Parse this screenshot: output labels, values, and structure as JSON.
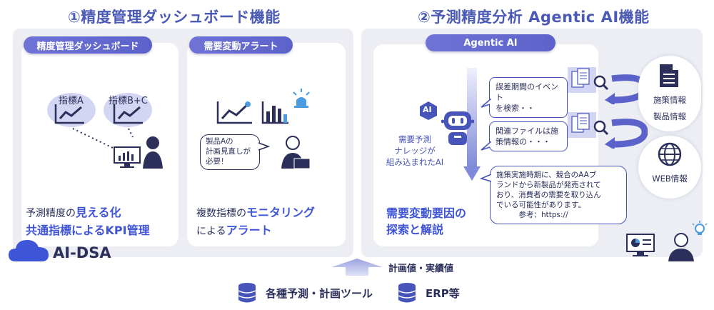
{
  "titles": {
    "left": "①精度管理ダッシュボード機能",
    "right": "②予測精度分析 Agentic AI機能"
  },
  "left_panel": {
    "dashboard_card": {
      "pill": "精度管理ダッシュボード",
      "indicator_a": "指標A",
      "indicator_bc": "指標B+C",
      "desc_line1_prefix": "予測精度の",
      "desc_line1_highlight": "見える化",
      "desc_line2": "共通指標によるKPI管理"
    },
    "alert_card": {
      "pill": "需要変動アラート",
      "speech_bubble": "製品Aの\n計画見直しが\n必要！",
      "desc_line1_prefix": "複数指標の",
      "desc_line1_highlight": "モニタリング",
      "desc_line2_prefix": "による",
      "desc_line2_highlight": "アラート"
    },
    "brand": "AI-DSA"
  },
  "right_panel": {
    "pill": "Agentic AI",
    "ai_badge": "AI",
    "robot_caption": "需要予測\nナレッジが\n組み込まれたAI",
    "bubble1": "誤差期間のイベント\nを検索・・",
    "bubble2": "関連ファイルは施\n策情報の・・・",
    "bubble3": "施策実施時期に、競合のAAブ\nランドから新製品が発売されて\nおり、消費者の需要を取り込ん\nでいる可能性があります。\n　　　参考：https://",
    "main_text_line1": "需要変動要因の",
    "main_text_line2": "探索と解説",
    "doc_label_line1": "施策情報",
    "doc_label_line2": "製品情報",
    "web_label": "WEB情報"
  },
  "bottom": {
    "arrow_label": "計画値・実績値",
    "tool1": "各種予測・計画ツール",
    "tool2": "ERP等"
  },
  "colors": {
    "accent": "#3f55d8",
    "pill": "#5b62c9",
    "panel_bg": "#eceef3",
    "dark_navy": "#2b2f5a",
    "bubble_lavender": "#d3d6f2",
    "cyan_icon": "#4a9be0"
  }
}
